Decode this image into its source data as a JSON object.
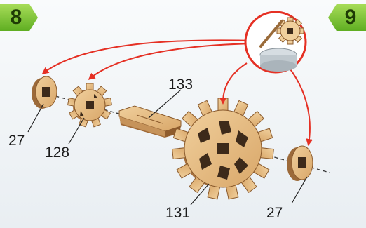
{
  "steps": {
    "current": "8",
    "next": "9"
  },
  "part_labels": {
    "disk_left": "27",
    "gear_small": "128",
    "connector": "133",
    "gear_large": "131",
    "disk_right": "27"
  },
  "colors": {
    "wood": "#e6bd86",
    "wood_edge": "#8a5a2c",
    "arrow": "#e53024",
    "badge": "#7cc13a"
  }
}
